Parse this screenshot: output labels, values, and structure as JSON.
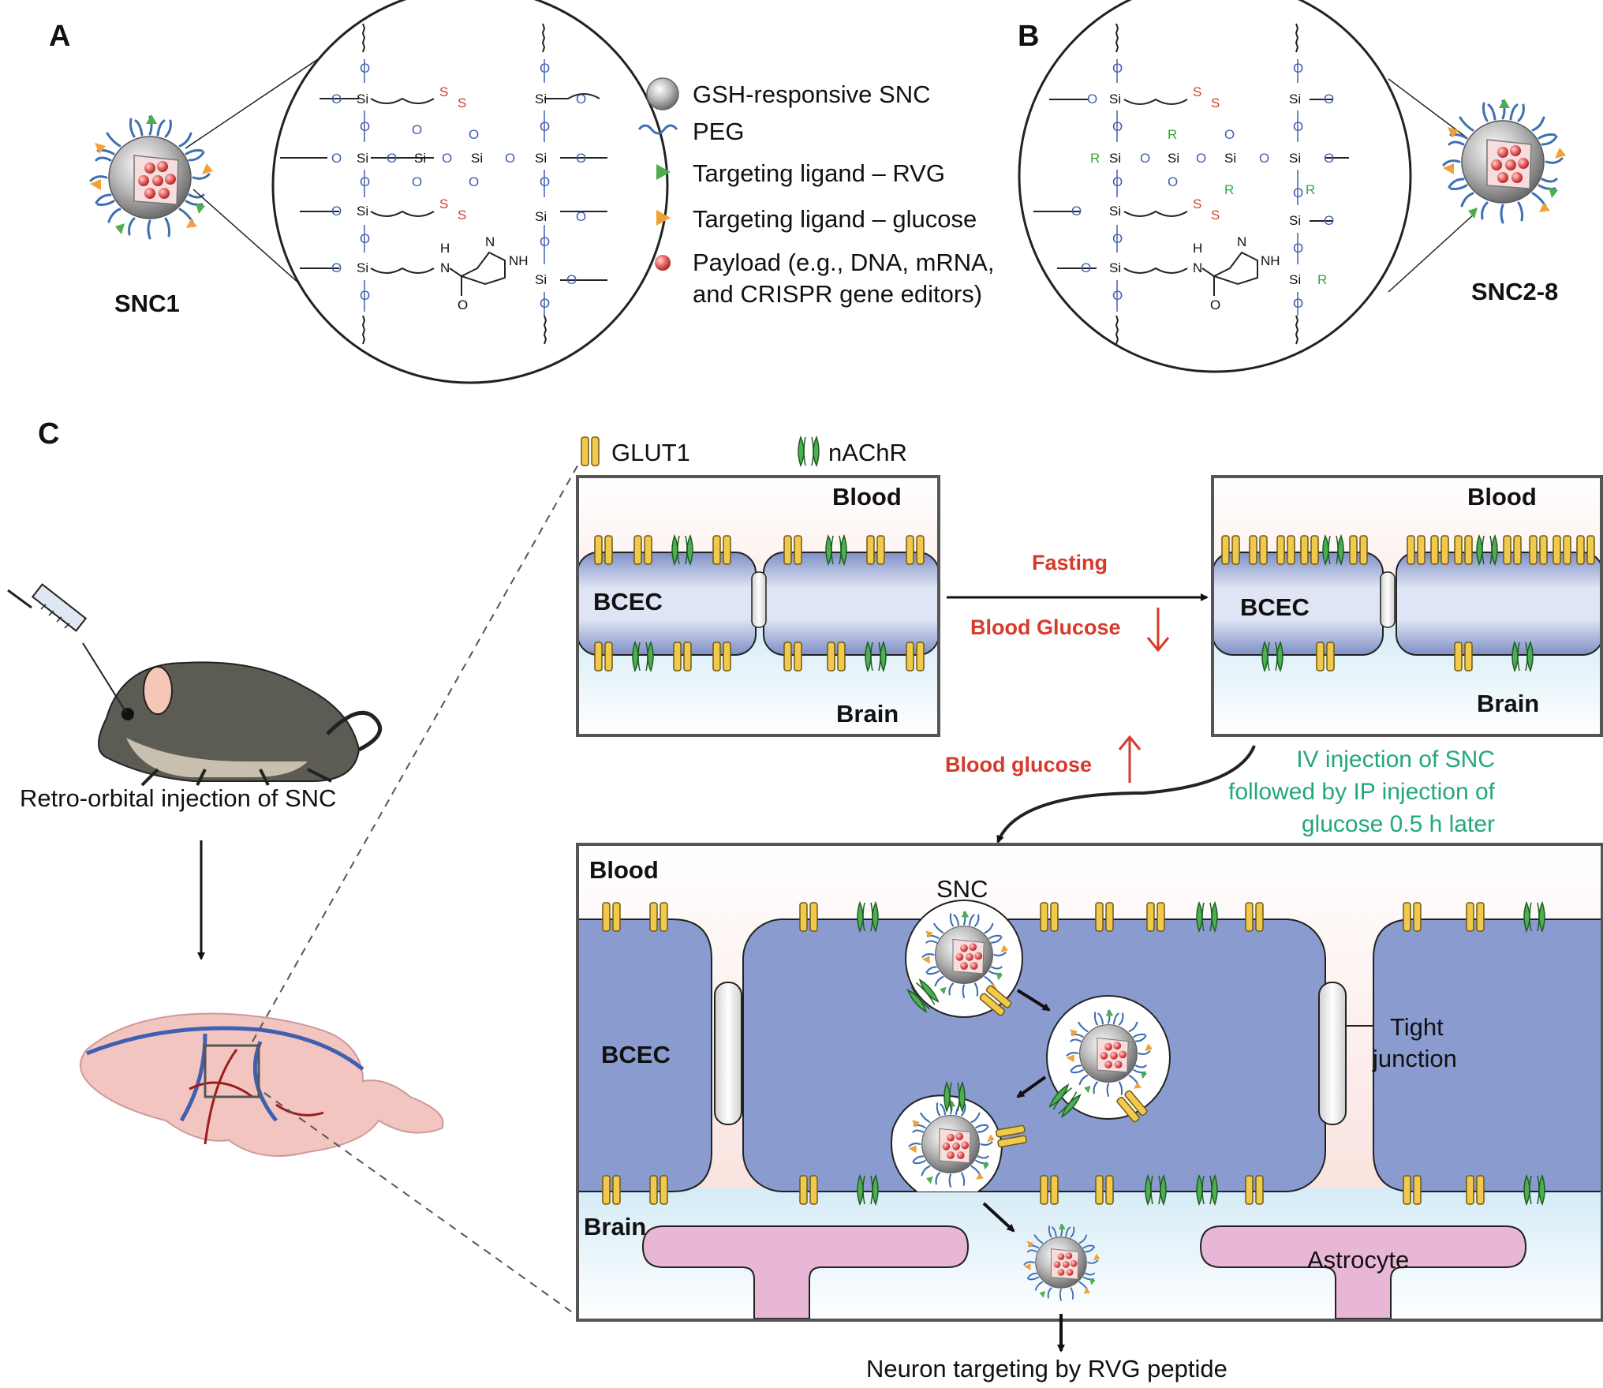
{
  "panels": {
    "a": "A",
    "b": "B",
    "c": "C"
  },
  "nanoparticles": {
    "snc1": "SNC1",
    "snc2_8": "SNC2-8"
  },
  "legend": {
    "items": [
      {
        "icon": "sphere-icon",
        "label": "GSH-responsive SNC"
      },
      {
        "icon": "peg-wave-icon",
        "label": "PEG"
      },
      {
        "icon": "green-triangle-icon",
        "label": "Targeting ligand – RVG",
        "color": "#4cae4c"
      },
      {
        "icon": "orange-triangle-icon",
        "label": "Targeting ligand – glucose",
        "color": "#f0a23a"
      },
      {
        "icon": "red-dot-icon",
        "label": "Payload (e.g., DNA, mRNA,",
        "label2": "and CRISPR gene editors)",
        "color": "#e05a5a"
      }
    ]
  },
  "chem": {
    "si": "Si",
    "o": "O",
    "s": "S",
    "r": "R",
    "n": "N",
    "h": "H",
    "nh": "NH",
    "oxygen": "O"
  },
  "receptors": {
    "glut1": "GLUT1",
    "nachr": "nAChR"
  },
  "panel_c": {
    "injection": "Retro-orbital injection of SNC",
    "box1": {
      "blood": "Blood",
      "bcec": "BCEC",
      "brain": "Brain"
    },
    "box2": {
      "blood": "Blood",
      "bcec": "BCEC",
      "brain": "Brain"
    },
    "fasting": "Fasting",
    "blood_glucose_down": "Blood Glucose",
    "blood_glucose_up": "Blood glucose",
    "iv_injection": [
      "IV injection of SNC",
      "followed by IP injection of",
      "glucose 0.5 h later"
    ],
    "box3": {
      "blood": "Blood",
      "bcec": "BCEC",
      "brain": "Brain",
      "snc": "SNC",
      "tight_junction": [
        "Tight",
        "junction"
      ],
      "astrocyte": "Astrocyte"
    },
    "neuron": "Neuron targeting by RVG peptide"
  },
  "colors": {
    "cell": "#7d8ec4",
    "blood": "#fbe3df",
    "brain": "#dbeef7",
    "glut1": "#f2c94c",
    "nachr": "#4caf50",
    "astrocyte": "#e9b7d6",
    "arrow_red": "#d63a2a",
    "text_green": "#23a877"
  }
}
